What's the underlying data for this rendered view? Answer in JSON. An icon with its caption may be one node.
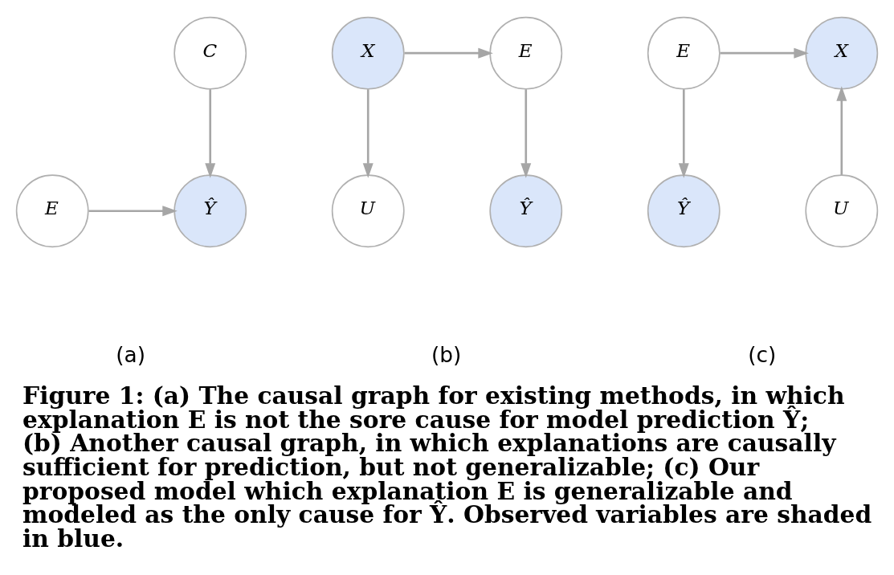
{
  "diagram": {
    "caption": "Figure 1: (a) The causal graph for existing methods, in which explanation E is not the sore cause for model prediction Ŷ; (b) Another causal graph, in which explanations are causally sufficient for prediction, but not generalizable; (c) Our proposed model which explanation E is generalizable and modeled as the only cause for Ŷ. Observed variables are shaded in blue.",
    "nodes": [
      {
        "text": [
          "C"
        ]
      },
      {
        "text": [
          "E"
        ]
      },
      {
        "text": [
          "Ŷ"
        ]
      },
      {
        "text": [
          "X"
        ]
      },
      {
        "text": [
          "E"
        ]
      },
      {
        "text": [
          "U"
        ]
      },
      {
        "text": [
          "Ŷ"
        ]
      },
      {
        "text": [
          "X"
        ]
      },
      {
        "text": [
          "E"
        ]
      },
      {
        "text": [
          "U"
        ]
      },
      {
        "text": [
          "Ŷ"
        ]
      }
    ],
    "edges": [
      {
        "from": 0,
        "to": 2,
        "arrow": "to"
      },
      {
        "from": 1,
        "to": 2,
        "arrow": "to"
      },
      {
        "from": 3,
        "to": 4,
        "arrow": "to"
      },
      {
        "from": 3,
        "to": 5,
        "arrow": "to"
      },
      {
        "from": 4,
        "to": 6,
        "arrow": "to"
      },
      {
        "from": 8,
        "to": 7,
        "arrow": "to"
      },
      {
        "from": 9,
        "to": 7,
        "arrow": "to"
      },
      {
        "from": 8,
        "to": 10,
        "arrow": "to"
      }
    ],
    "labels": [
      "(a)",
      "(b)",
      "(c)"
    ]
  }
}
